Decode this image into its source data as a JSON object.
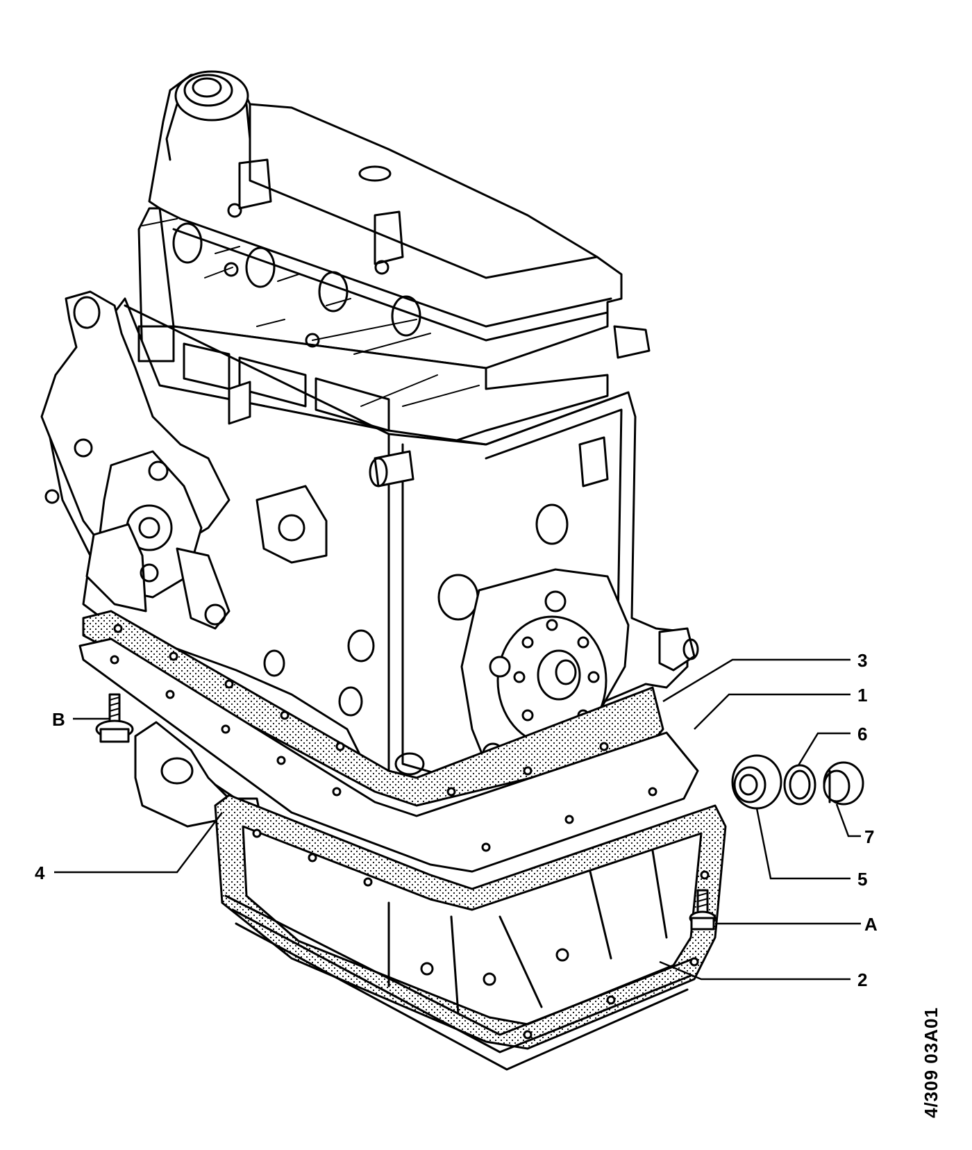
{
  "callouts": [
    {
      "id": "3",
      "text": "3"
    },
    {
      "id": "1",
      "text": "1"
    },
    {
      "id": "6",
      "text": "6"
    },
    {
      "id": "7",
      "text": "7"
    },
    {
      "id": "5",
      "text": "5"
    },
    {
      "id": "A",
      "text": "A"
    },
    {
      "id": "2",
      "text": "2"
    },
    {
      "id": "4",
      "text": "4"
    },
    {
      "id": "B",
      "text": "B"
    }
  ],
  "reference_code": "4/309 03A01"
}
